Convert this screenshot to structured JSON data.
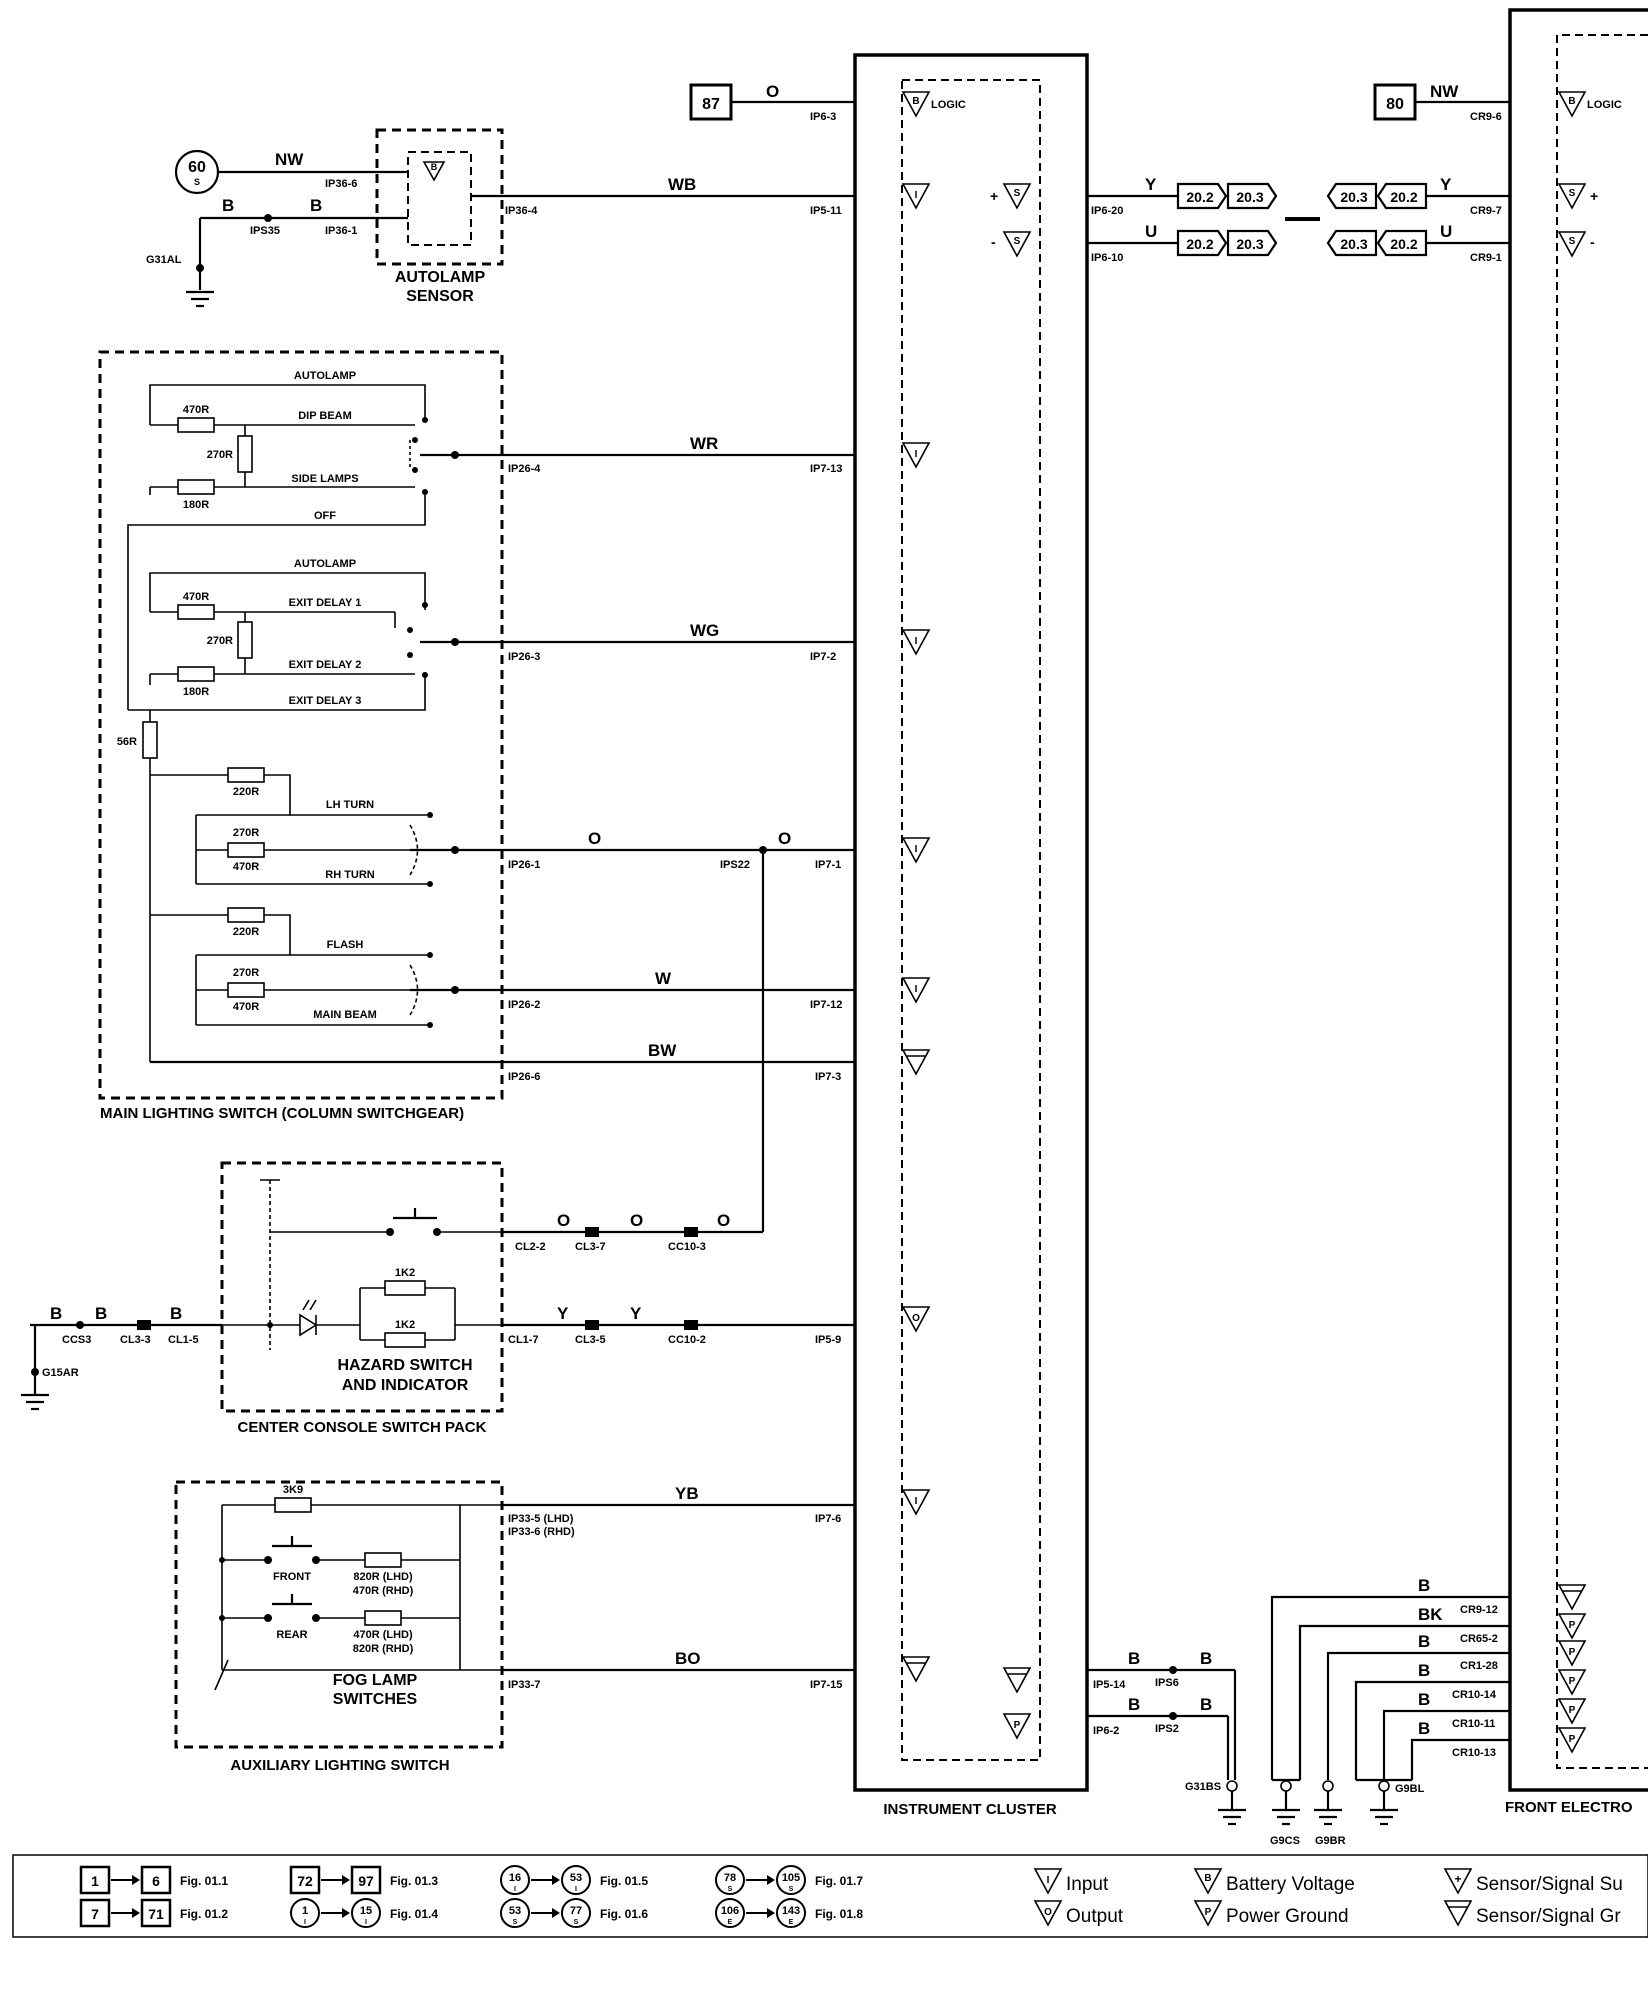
{
  "components": {
    "autolamp_sensor": [
      "AUTOLAMP",
      "SENSOR"
    ],
    "main_lighting_switch": "MAIN LIGHTING SWITCH (COLUMN SWITCHGEAR)",
    "center_console": "CENTER CONSOLE SWITCH PACK",
    "hazard": [
      "HAZARD SWITCH",
      "AND INDICATOR"
    ],
    "fog_lamp": [
      "FOG LAMP",
      "SWITCHES"
    ],
    "aux_lighting": "AUXILIARY LIGHTING SWITCH",
    "instrument_cluster": "INSTRUMENT CLUSTER",
    "front_electronic": "FRONT ELECTRO"
  },
  "refs": {
    "r87": "87",
    "r80": "80",
    "r60": "60",
    "r60_sub": "S"
  },
  "switch_positions": {
    "autolamp": "AUTOLAMP",
    "dip_beam": "DIP BEAM",
    "side_lamps": "SIDE LAMPS",
    "off": "OFF",
    "exit1": "EXIT DELAY 1",
    "exit2": "EXIT DELAY 2",
    "exit3": "EXIT DELAY 3",
    "lh_turn": "LH TURN",
    "rh_turn": "RH TURN",
    "flash": "FLASH",
    "main_beam": "MAIN BEAM",
    "front": "FRONT",
    "rear": "REAR"
  },
  "resistors": {
    "r470": "470R",
    "r270": "270R",
    "r180": "180R",
    "r56": "56R",
    "r220": "220R",
    "r1k2": "1K2",
    "r3k9": "3K9",
    "r820_lhd": "820R (LHD)",
    "r470_rhd": "470R (RHD)",
    "r470_lhd": "470R (LHD)",
    "r820_rhd": "820R (RHD)"
  },
  "wire_colors": {
    "nw": "NW",
    "b": "B",
    "wb": "WB",
    "o": "O",
    "wr": "WR",
    "wg": "WG",
    "w": "W",
    "bw": "BW",
    "y": "Y",
    "u": "U",
    "yb": "YB",
    "bo": "BO",
    "bk": "BK"
  },
  "connectors": {
    "ip36_6": "IP36-6",
    "ip36_1": "IP36-1",
    "ip36_4": "IP36-4",
    "ips35": "IPS35",
    "g31al": "G31AL",
    "ip6_3": "IP6-3",
    "ip5_11": "IP5-11",
    "ip6_20": "IP6-20",
    "ip6_10": "IP6-10",
    "cr9_6": "CR9-6",
    "cr9_7": "CR9-7",
    "cr9_1": "CR9-1",
    "ip26_4": "IP26-4",
    "ip7_13": "IP7-13",
    "ip26_3": "IP26-3",
    "ip7_2": "IP7-2",
    "ip26_1": "IP26-1",
    "ips22": "IPS22",
    "ip7_1": "IP7-1",
    "ip26_2": "IP26-2",
    "ip7_12": "IP7-12",
    "ip26_6": "IP26-6",
    "ip7_3": "IP7-3",
    "cl2_2": "CL2-2",
    "cl3_7": "CL3-7",
    "cc10_3": "CC10-3",
    "ccs3": "CCS3",
    "cl3_3": "CL3-3",
    "cl1_5": "CL1-5",
    "g15ar": "G15AR",
    "cl1_7": "CL1-7",
    "cl3_5": "CL3-5",
    "cc10_2": "CC10-2",
    "ip5_9": "IP5-9",
    "ip33_5": "IP33-5 (LHD)",
    "ip33_6": "IP33-6 (RHD)",
    "ip7_6": "IP7-6",
    "ip33_7": "IP33-7",
    "ip7_15": "IP7-15",
    "ip5_14": "IP5-14",
    "ips6": "IPS6",
    "ip6_2": "IP6-2",
    "ips2": "IPS2",
    "g31bs": "G31BS",
    "cr9_12": "CR9-12",
    "cr65_2": "CR65-2",
    "cr1_28": "CR1-28",
    "cr10_14": "CR10-14",
    "cr10_11": "CR10-11",
    "cr10_13": "CR10-13",
    "g9cs": "G9CS",
    "g9br": "G9BR",
    "g9bl": "G9BL"
  },
  "page_refs": {
    "p202": "20.2",
    "p203": "20.3"
  },
  "symbol_labels": {
    "logic": "LOGIC",
    "b": "B",
    "s": "S",
    "p": "P",
    "i": "I",
    "o": "O",
    "plus": "+",
    "minus": "-"
  },
  "legend": {
    "rows": [
      {
        "from": "1",
        "to": "6",
        "fig": "Fig. 01.1"
      },
      {
        "from": "7",
        "to": "71",
        "fig": "Fig. 01.2"
      },
      {
        "from": "72",
        "to": "97",
        "fig": "Fig. 01.3"
      },
      {
        "from": "1",
        "to": "15",
        "fig": "Fig. 01.4",
        "sub": "I"
      },
      {
        "from": "16",
        "to": "53",
        "fig": "Fig. 01.5",
        "sub": "I"
      },
      {
        "from": "53",
        "to": "77",
        "fig": "Fig. 01.6",
        "sub": "S"
      },
      {
        "from": "78",
        "to": "105",
        "fig": "Fig. 01.7",
        "sub": "S"
      },
      {
        "from": "106",
        "to": "143",
        "fig": "Fig. 01.8",
        "sub": "E"
      }
    ],
    "input": "Input",
    "output": "Output",
    "battery": "Battery Voltage",
    "power_ground": "Power Ground",
    "sensor_supply": "Sensor/Signal Su",
    "sensor_ground": "Sensor/Signal Gr"
  }
}
